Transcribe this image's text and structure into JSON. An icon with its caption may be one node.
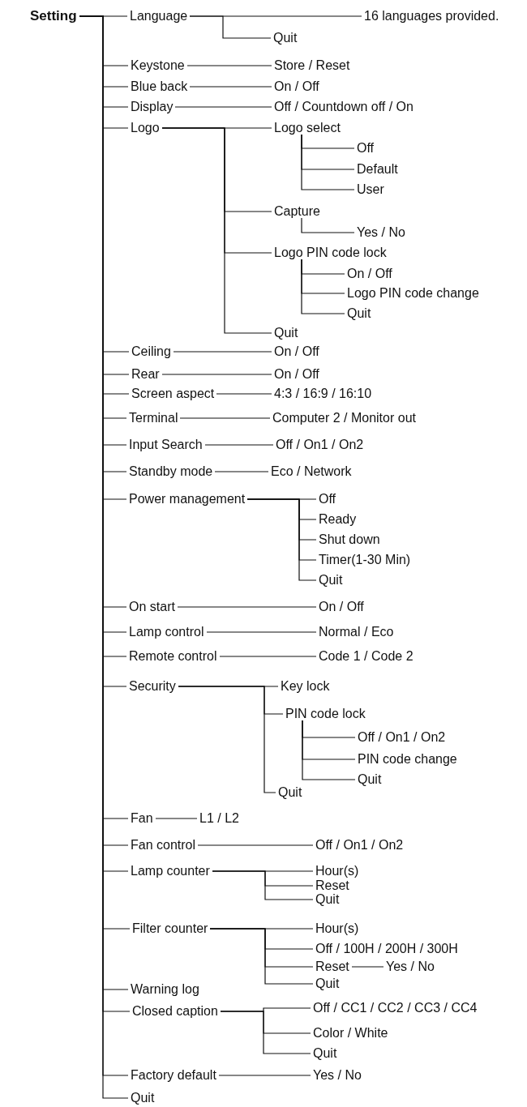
{
  "diagram": {
    "nodes": [
      {
        "text": [
          "Setting"
        ]
      },
      {
        "text": [
          "Language"
        ]
      },
      {
        "text": [
          "16 languages provided."
        ]
      },
      {
        "text": [
          "Quit"
        ]
      },
      {
        "text": [
          "Keystone"
        ]
      },
      {
        "text": [
          "Store / Reset"
        ]
      },
      {
        "text": [
          "Blue back"
        ]
      },
      {
        "text": [
          "On / Off"
        ]
      },
      {
        "text": [
          "Display"
        ]
      },
      {
        "text": [
          "Off / Countdown off / On"
        ]
      },
      {
        "text": [
          "Logo"
        ]
      },
      {
        "text": [
          "Logo select"
        ]
      },
      {
        "text": [
          "Off"
        ]
      },
      {
        "text": [
          "Default"
        ]
      },
      {
        "text": [
          "User"
        ]
      },
      {
        "text": [
          "Capture"
        ]
      },
      {
        "text": [
          "Yes / No"
        ]
      },
      {
        "text": [
          "Logo PIN code lock"
        ]
      },
      {
        "text": [
          "On / Off"
        ]
      },
      {
        "text": [
          "Logo PIN code change"
        ]
      },
      {
        "text": [
          "Quit"
        ]
      },
      {
        "text": [
          "Quit"
        ]
      },
      {
        "text": [
          "Ceiling"
        ]
      },
      {
        "text": [
          "On / Off"
        ]
      },
      {
        "text": [
          "Rear"
        ]
      },
      {
        "text": [
          "On / Off"
        ]
      },
      {
        "text": [
          "Screen aspect"
        ]
      },
      {
        "text": [
          "4:3 / 16:9 / 16:10"
        ]
      },
      {
        "text": [
          "Terminal"
        ]
      },
      {
        "text": [
          "Computer 2 / Monitor out"
        ]
      },
      {
        "text": [
          "Input Search"
        ]
      },
      {
        "text": [
          "Off / On1 / On2"
        ]
      },
      {
        "text": [
          "Standby mode"
        ]
      },
      {
        "text": [
          "Eco / Network"
        ]
      },
      {
        "text": [
          "Power management"
        ]
      },
      {
        "text": [
          "Off"
        ]
      },
      {
        "text": [
          "Ready"
        ]
      },
      {
        "text": [
          "Shut down"
        ]
      },
      {
        "text": [
          "Timer(1-30 Min)"
        ]
      },
      {
        "text": [
          "Quit"
        ]
      },
      {
        "text": [
          "On start"
        ]
      },
      {
        "text": [
          "On / Off"
        ]
      },
      {
        "text": [
          "Lamp control"
        ]
      },
      {
        "text": [
          "Normal / Eco"
        ]
      },
      {
        "text": [
          "Remote control"
        ]
      },
      {
        "text": [
          "Code 1 / Code 2"
        ]
      },
      {
        "text": [
          "Security"
        ]
      },
      {
        "text": [
          "Key lock"
        ]
      },
      {
        "text": [
          "PIN code lock"
        ]
      },
      {
        "text": [
          "Off / On1 / On2"
        ]
      },
      {
        "text": [
          "PIN code change"
        ]
      },
      {
        "text": [
          "Quit"
        ]
      },
      {
        "text": [
          "Quit"
        ]
      },
      {
        "text": [
          "Fan"
        ]
      },
      {
        "text": [
          "L1 / L2"
        ]
      },
      {
        "text": [
          "Fan control"
        ]
      },
      {
        "text": [
          "Off / On1 / On2"
        ]
      },
      {
        "text": [
          "Lamp counter"
        ]
      },
      {
        "text": [
          "Hour(s)"
        ]
      },
      {
        "text": [
          "Reset"
        ]
      },
      {
        "text": [
          "Quit"
        ]
      },
      {
        "text": [
          "Filter counter"
        ]
      },
      {
        "text": [
          "Hour(s)"
        ]
      },
      {
        "text": [
          "Off / 100H / 200H / 300H"
        ]
      },
      {
        "text": [
          "Reset"
        ]
      },
      {
        "text": [
          "Yes / No"
        ]
      },
      {
        "text": [
          "Quit"
        ]
      },
      {
        "text": [
          "Warning log"
        ]
      },
      {
        "text": [
          "Closed caption"
        ]
      },
      {
        "text": [
          "Off / CC1 / CC2 / CC3 / CC4"
        ]
      },
      {
        "text": [
          "Color / White"
        ]
      },
      {
        "text": [
          "Quit"
        ]
      },
      {
        "text": [
          "Factory default"
        ]
      },
      {
        "text": [
          "Yes / No"
        ]
      },
      {
        "text": [
          "Quit"
        ]
      }
    ],
    "edges": [
      {
        "from": 0,
        "to": 1,
        "arrow": "none"
      },
      {
        "from": 0,
        "to": 4,
        "arrow": "none"
      },
      {
        "from": 0,
        "to": 6,
        "arrow": "none"
      },
      {
        "from": 0,
        "to": 8,
        "arrow": "none"
      },
      {
        "from": 0,
        "to": 10,
        "arrow": "none"
      },
      {
        "from": 0,
        "to": 22,
        "arrow": "none"
      },
      {
        "from": 0,
        "to": 24,
        "arrow": "none"
      },
      {
        "from": 0,
        "to": 26,
        "arrow": "none"
      },
      {
        "from": 0,
        "to": 28,
        "arrow": "none"
      },
      {
        "from": 0,
        "to": 30,
        "arrow": "none"
      },
      {
        "from": 0,
        "to": 32,
        "arrow": "none"
      },
      {
        "from": 0,
        "to": 34,
        "arrow": "none"
      },
      {
        "from": 0,
        "to": 40,
        "arrow": "none"
      },
      {
        "from": 0,
        "to": 42,
        "arrow": "none"
      },
      {
        "from": 0,
        "to": 44,
        "arrow": "none"
      },
      {
        "from": 0,
        "to": 46,
        "arrow": "none"
      },
      {
        "from": 0,
        "to": 53,
        "arrow": "none"
      },
      {
        "from": 0,
        "to": 55,
        "arrow": "none"
      },
      {
        "from": 0,
        "to": 57,
        "arrow": "none"
      },
      {
        "from": 0,
        "to": 61,
        "arrow": "none"
      },
      {
        "from": 0,
        "to": 67,
        "arrow": "none"
      },
      {
        "from": 0,
        "to": 68,
        "arrow": "none"
      },
      {
        "from": 0,
        "to": 72,
        "arrow": "none"
      },
      {
        "from": 0,
        "to": 74,
        "arrow": "none"
      },
      {
        "from": 1,
        "to": 2,
        "arrow": "none"
      },
      {
        "from": 1,
        "to": 3,
        "arrow": "none"
      },
      {
        "from": 4,
        "to": 5,
        "arrow": "none"
      },
      {
        "from": 6,
        "to": 7,
        "arrow": "none"
      },
      {
        "from": 8,
        "to": 9,
        "arrow": "none"
      },
      {
        "from": 10,
        "to": 11,
        "arrow": "none"
      },
      {
        "from": 10,
        "to": 15,
        "arrow": "none"
      },
      {
        "from": 10,
        "to": 17,
        "arrow": "none"
      },
      {
        "from": 10,
        "to": 21,
        "arrow": "none"
      },
      {
        "from": 11,
        "to": 12,
        "arrow": "none"
      },
      {
        "from": 11,
        "to": 13,
        "arrow": "none"
      },
      {
        "from": 11,
        "to": 14,
        "arrow": "none"
      },
      {
        "from": 15,
        "to": 16,
        "arrow": "none"
      },
      {
        "from": 17,
        "to": 18,
        "arrow": "none"
      },
      {
        "from": 17,
        "to": 19,
        "arrow": "none"
      },
      {
        "from": 17,
        "to": 20,
        "arrow": "none"
      },
      {
        "from": 22,
        "to": 23,
        "arrow": "none"
      },
      {
        "from": 24,
        "to": 25,
        "arrow": "none"
      },
      {
        "from": 26,
        "to": 27,
        "arrow": "none"
      },
      {
        "from": 28,
        "to": 29,
        "arrow": "none"
      },
      {
        "from": 30,
        "to": 31,
        "arrow": "none"
      },
      {
        "from": 32,
        "to": 33,
        "arrow": "none"
      },
      {
        "from": 34,
        "to": 35,
        "arrow": "none"
      },
      {
        "from": 34,
        "to": 36,
        "arrow": "none"
      },
      {
        "from": 34,
        "to": 37,
        "arrow": "none"
      },
      {
        "from": 34,
        "to": 38,
        "arrow": "none"
      },
      {
        "from": 34,
        "to": 39,
        "arrow": "none"
      },
      {
        "from": 40,
        "to": 41,
        "arrow": "none"
      },
      {
        "from": 42,
        "to": 43,
        "arrow": "none"
      },
      {
        "from": 44,
        "to": 45,
        "arrow": "none"
      },
      {
        "from": 46,
        "to": 47,
        "arrow": "none"
      },
      {
        "from": 46,
        "to": 48,
        "arrow": "none"
      },
      {
        "from": 46,
        "to": 52,
        "arrow": "none"
      },
      {
        "from": 48,
        "to": 49,
        "arrow": "none"
      },
      {
        "from": 48,
        "to": 50,
        "arrow": "none"
      },
      {
        "from": 48,
        "to": 51,
        "arrow": "none"
      },
      {
        "from": 53,
        "to": 54,
        "arrow": "none"
      },
      {
        "from": 55,
        "to": 56,
        "arrow": "none"
      },
      {
        "from": 57,
        "to": 58,
        "arrow": "none"
      },
      {
        "from": 57,
        "to": 59,
        "arrow": "none"
      },
      {
        "from": 57,
        "to": 60,
        "arrow": "none"
      },
      {
        "from": 61,
        "to": 62,
        "arrow": "none"
      },
      {
        "from": 61,
        "to": 63,
        "arrow": "none"
      },
      {
        "from": 61,
        "to": 64,
        "arrow": "none"
      },
      {
        "from": 61,
        "to": 66,
        "arrow": "none"
      },
      {
        "from": 64,
        "to": 65,
        "arrow": "none"
      },
      {
        "from": 68,
        "to": 69,
        "arrow": "none"
      },
      {
        "from": 68,
        "to": 70,
        "arrow": "none"
      },
      {
        "from": 68,
        "to": 71,
        "arrow": "none"
      },
      {
        "from": 72,
        "to": 73,
        "arrow": "none"
      }
    ]
  }
}
